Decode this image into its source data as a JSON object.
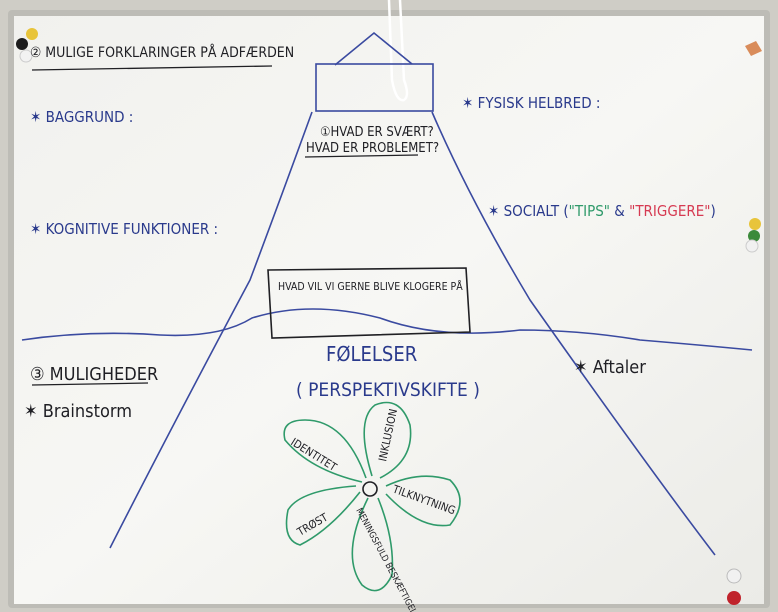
{
  "board": {
    "heading_2": "② MULIGE FORKLARINGER PÅ ADFÆRDEN",
    "left_notes": {
      "baggrund": "✶ BAGGRUND :",
      "kognitive": "✶ KOGNITIVE FUNKTIONER :"
    },
    "right_notes": {
      "fysisk": "✶ FYSISK HELBRED :",
      "socialt_prefix": "✶ SOCIALT (",
      "tips": "\"TIPS\"",
      "amp": " & ",
      "triggere": "\"TRIGGERE\"",
      "socialt_suffix": ")",
      "aftaler": "✶ Aftaler"
    },
    "peak": {
      "line1": "①HVAD ER SVÆRT?",
      "line2": "HVAD ER PROBLEMET?"
    },
    "middle_box": "HVAD VIL VI GERNE BLIVE KLOGERE PÅ",
    "heading_3": "③ MULIGHEDER",
    "brainstorm": "✶ Brainstorm",
    "feelings": {
      "title": "FØLELSER",
      "subtitle": "( PERSPEKTIVSKIFTE )"
    },
    "flower_petals": [
      "IDENTITET",
      "INKLUSION",
      "TILKNYTNING",
      "MENINGSFULD BESKÆFTIGELSE",
      "TRØST"
    ]
  },
  "colors": {
    "blue_ink": "#2a3a8c",
    "black_ink": "#1f1f24",
    "green_ink": "#2f9a6a",
    "red_ink": "#d63a52",
    "board": "#f4f4f1"
  }
}
